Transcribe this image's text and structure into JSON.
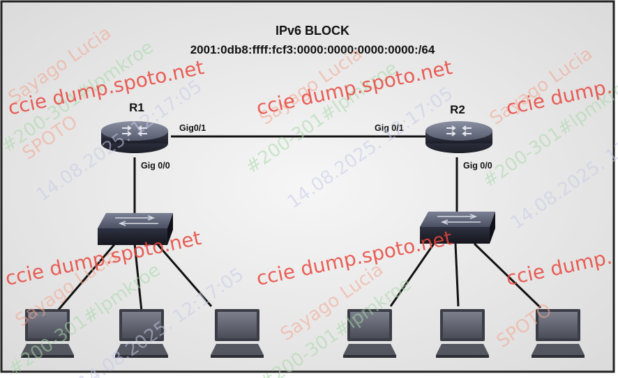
{
  "diagram": {
    "title": "IPv6 BLOCK",
    "subtitle": "2001:0db8:ffff:fcf3:0000:0000:0000:0000:/64",
    "routers": [
      {
        "name": "R1",
        "lan_port": "Gig 0/0",
        "wan_port": "Gig0/1"
      },
      {
        "name": "R2",
        "lan_port": "Gig 0/0",
        "wan_port": "Gig 0/1"
      }
    ],
    "switches": [
      "switch-1",
      "switch-2"
    ],
    "hosts": [
      "pc-1",
      "pc-2",
      "pc-3",
      "pc-4",
      "pc-5",
      "pc-6"
    ]
  },
  "watermarks": {
    "brand": "ccie dump.spoto.net",
    "brand_short": "ccie dump.",
    "vendor": "SPOTO",
    "user": "Sayago Lucia",
    "exam": "#200-301#lpmkroe",
    "timestamp": "14.08.2025. 12:17:05",
    "colors": {
      "brand": [
        "#e8453c",
        "#f0a020",
        "#3ac060",
        "#2a7fe0",
        "#a64ad0"
      ],
      "stamp": "#f4b8a8",
      "stamp_alt": "#b8e0b8"
    }
  },
  "colors": {
    "panel_bg": "#ececec",
    "panel_border": "#222222",
    "link": "#111111",
    "device_dark": "#2a2a38",
    "device_light": "#6a6f80"
  }
}
